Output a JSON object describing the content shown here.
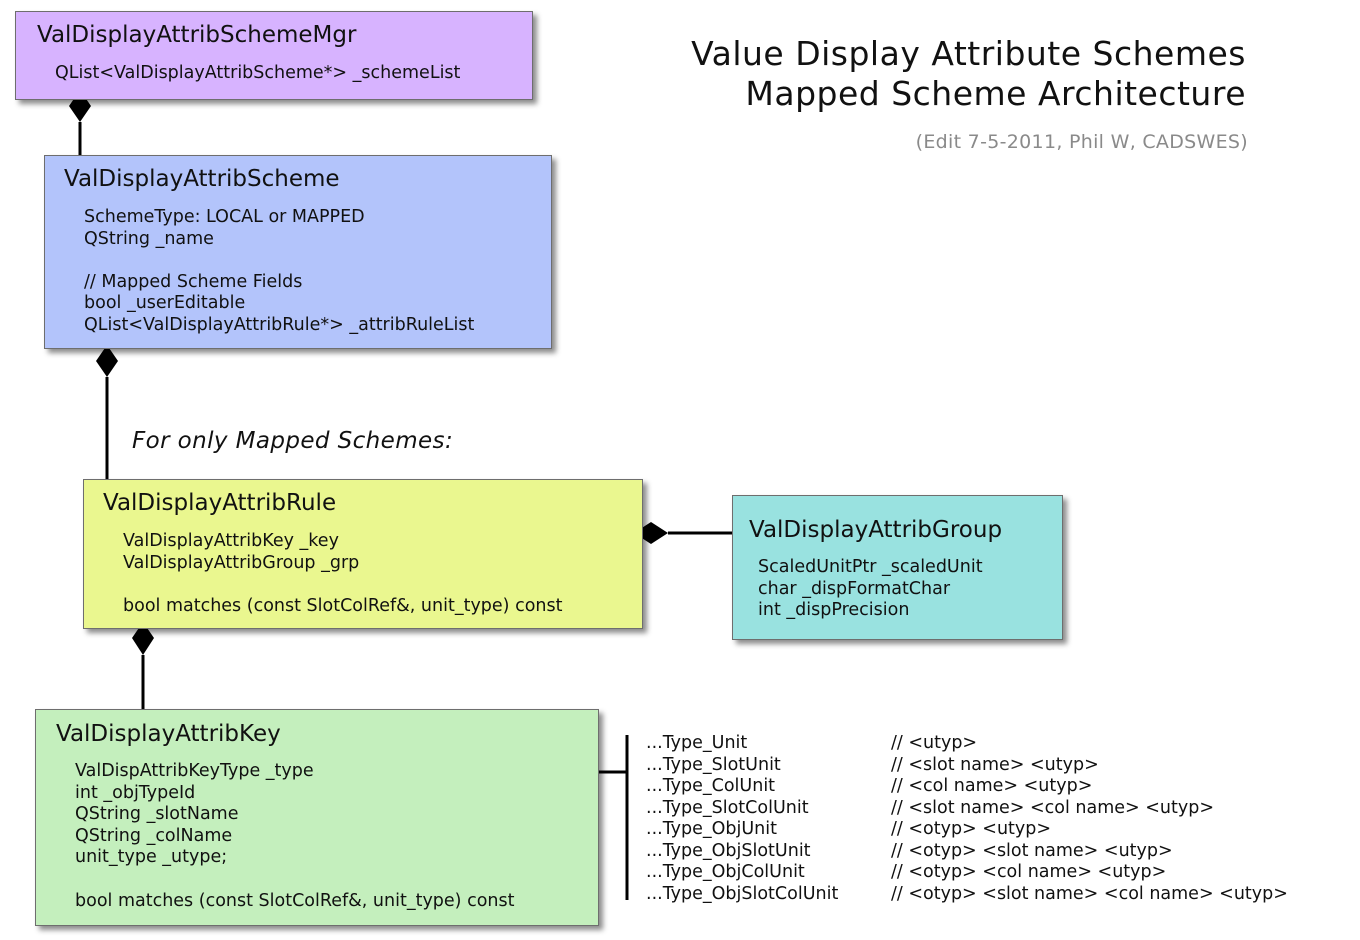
{
  "title": {
    "line1": "Value Display Attribute Schemes",
    "line2": "Mapped Scheme Architecture",
    "subtitle": "(Edit 7-5-2011, Phil W, CADSWES)"
  },
  "mapped_note": "For only Mapped Schemes:",
  "boxes": {
    "mgr": {
      "name": "ValDisplayAttribSchemeMgr",
      "fields": "QList<ValDisplayAttribScheme*> _schemeList",
      "color": "#d7b3ff"
    },
    "scheme": {
      "name": "ValDisplayAttribScheme",
      "fields": "SchemeType: LOCAL or MAPPED\nQString _name\n\n// Mapped Scheme Fields\nbool _userEditable\nQList<ValDisplayAttribRule*> _attribRuleList",
      "color": "#b3c4fb"
    },
    "rule": {
      "name": "ValDisplayAttribRule",
      "fields": "ValDisplayAttribKey _key\nValDisplayAttribGroup _grp\n\nbool matches (const SlotColRef&, unit_type) const",
      "color": "#eaf78f"
    },
    "group": {
      "name": "ValDisplayAttribGroup",
      "fields": "ScaledUnitPtr _scaledUnit\nchar _dispFormatChar\nint _dispPrecision",
      "color": "#99e2e0"
    },
    "key": {
      "name": "ValDisplayAttribKey",
      "fields": "ValDispAttribKeyType _type\nint _objTypeId\nQString _slotName\nQString _colName\nunit_type _utype;\n\nbool matches (const SlotColRef&, unit_type) const",
      "color": "#c4efbd"
    }
  },
  "key_types": [
    {
      "name": "...Type_Unit",
      "comment": "// <utyp>"
    },
    {
      "name": "...Type_SlotUnit",
      "comment": "// <slot name> <utyp>"
    },
    {
      "name": "...Type_ColUnit",
      "comment": "// <col name> <utyp>"
    },
    {
      "name": "...Type_SlotColUnit",
      "comment": "// <slot name> <col name> <utyp>"
    },
    {
      "name": "...Type_ObjUnit",
      "comment": "// <otyp> <utyp>"
    },
    {
      "name": "...Type_ObjSlotUnit",
      "comment": "// <otyp> <slot name> <utyp>"
    },
    {
      "name": "...Type_ObjColUnit",
      "comment": "// <otyp> <col name> <utyp>"
    },
    {
      "name": "...Type_ObjSlotColUnit",
      "comment": "// <otyp> <slot name> <col name> <utyp>"
    }
  ]
}
